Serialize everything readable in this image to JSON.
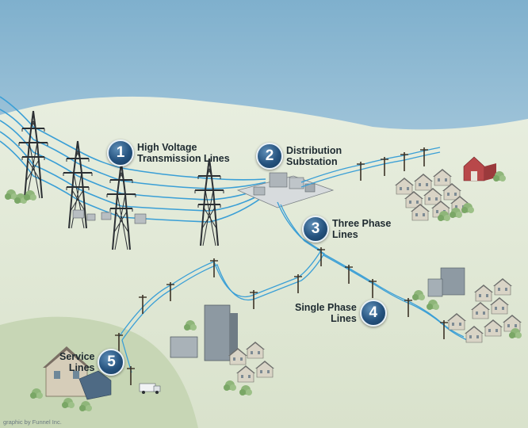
{
  "callouts": [
    {
      "number": "1",
      "line1": "High Voltage",
      "line2": "Transmission Lines"
    },
    {
      "number": "2",
      "line1": "Distribution",
      "line2": "Substation"
    },
    {
      "number": "3",
      "line1": "Three Phase",
      "line2": "Lines"
    },
    {
      "number": "4",
      "line1": "Single Phase",
      "line2": "Lines"
    },
    {
      "number": "5",
      "line1": "Service",
      "line2": "Lines"
    }
  ],
  "credit": "graphic by Funnel Inc.",
  "colors": {
    "sky_top": "#7fb0cd",
    "sky_bottom": "#dfeaef",
    "hill": "#e4eadb",
    "lower_hill": "#cdd9bd",
    "wire": "#3a9fd6",
    "badge": "#25527e"
  }
}
